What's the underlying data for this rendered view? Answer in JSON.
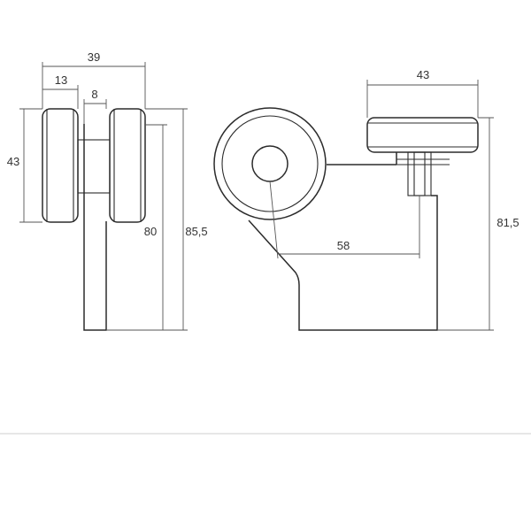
{
  "drawing": {
    "front_view": {
      "dims": {
        "overall_width": "39",
        "wheel_width": "13",
        "gap": "8",
        "wheel_diameter": "43",
        "body_height": "80",
        "total_height": "85,5"
      }
    },
    "side_view": {
      "dims": {
        "wheel_diameter": "43",
        "reach": "58",
        "total_height": "81,5"
      }
    }
  }
}
